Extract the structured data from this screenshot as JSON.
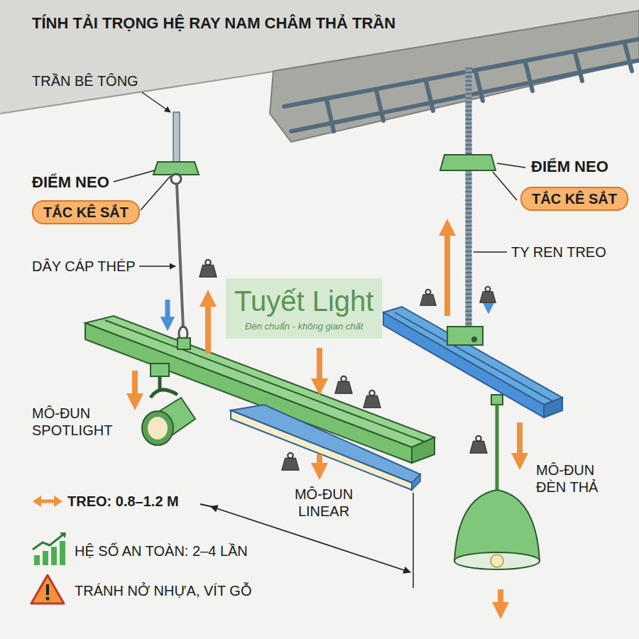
{
  "diagram": {
    "title": "TÍNH TẢI TRỌNG HỆ RAY NAM CHÂM THẢ TRẦN",
    "nodes": [
      {
        "text": [
          "TẮC KÊ SẮT"
        ]
      },
      {
        "text": [
          "TẮC KÊ SẮT"
        ]
      },
      {
        "text": [
          "Tuyết Light",
          "Đèn chuẩn - không gian chất"
        ]
      }
    ],
    "labels": [
      "TRẦN BÊ TÔNG",
      "ĐIỂM NEO",
      "ĐIỂM NEO",
      "DÂY CÁP THÉP",
      "TY REN TREO",
      "MÔ-ĐUN SPOTLIGHT",
      "MÔ-ĐUN LINEAR",
      "MÔ-ĐUN ĐÈN THẢ",
      "TREO: 0.8–1.2 M",
      "HỆ SỐ AN TOÀN: 2–4 LẦN",
      "TRÁNH NỞ NHỰA, VÍT GỖ"
    ]
  }
}
